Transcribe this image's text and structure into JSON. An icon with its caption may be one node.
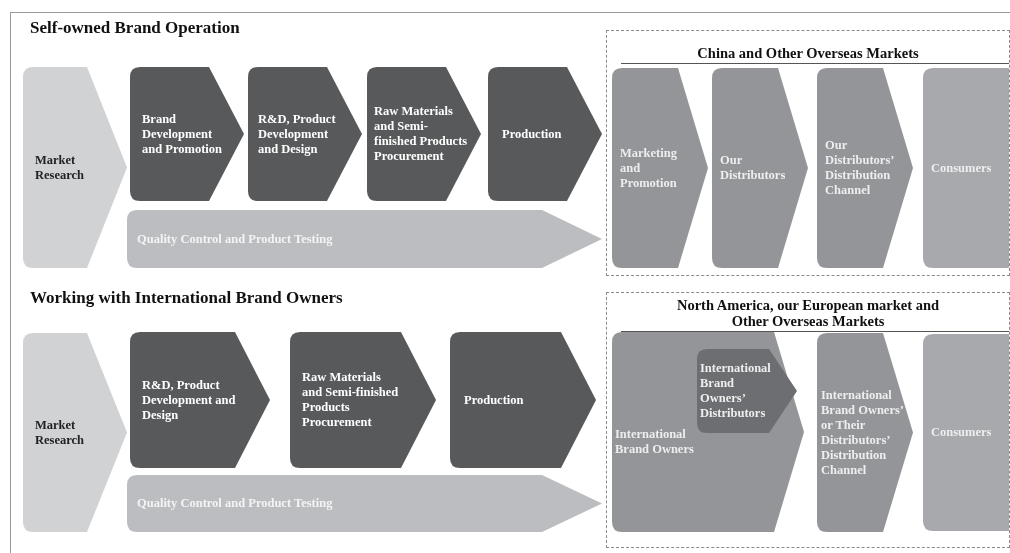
{
  "diagram": {
    "nodes": [
      {
        "text": [
          "Market Research"
        ]
      },
      {
        "text": [
          "Brand Development and Promotion"
        ]
      },
      {
        "text": [
          "R&D, Product Development and Design"
        ]
      },
      {
        "text": [
          "Raw Materials and Semi-finished Products Procurement"
        ]
      },
      {
        "text": [
          "Production"
        ]
      },
      {
        "text": [
          "Quality Control and Product Testing"
        ]
      },
      {
        "text": [
          "China and Other Overseas Markets"
        ]
      },
      {
        "text": [
          "Marketing and Promotion"
        ],
        "in": 6
      },
      {
        "text": [
          "Our Distributors"
        ],
        "in": 6
      },
      {
        "text": [
          "Our Distributors’ Distribution Channel"
        ],
        "in": 6
      },
      {
        "text": [
          "Consumers"
        ],
        "in": 6
      },
      {
        "text": [
          "Market Research"
        ]
      },
      {
        "text": [
          "R&D, Product Development and Design"
        ]
      },
      {
        "text": [
          "Raw Materials and Semi-finished Products Procurement"
        ]
      },
      {
        "text": [
          "Production"
        ]
      },
      {
        "text": [
          "Quality Control and Product Testing"
        ]
      },
      {
        "text": [
          "North America, our European market and Other Overseas Markets"
        ]
      },
      {
        "text": [
          "International Brand Owners"
        ],
        "in": 16
      },
      {
        "text": [
          "International Brand Owners’ Distributors"
        ],
        "in": 17
      },
      {
        "text": [
          "International Brand Owners’ or Their Distributors’ Distribution Channel"
        ],
        "in": 16
      },
      {
        "text": [
          "Consumers"
        ],
        "in": 16
      }
    ],
    "labels": [
      "Self-owned Brand Operation",
      "Working with International Brand Owners"
    ]
  }
}
